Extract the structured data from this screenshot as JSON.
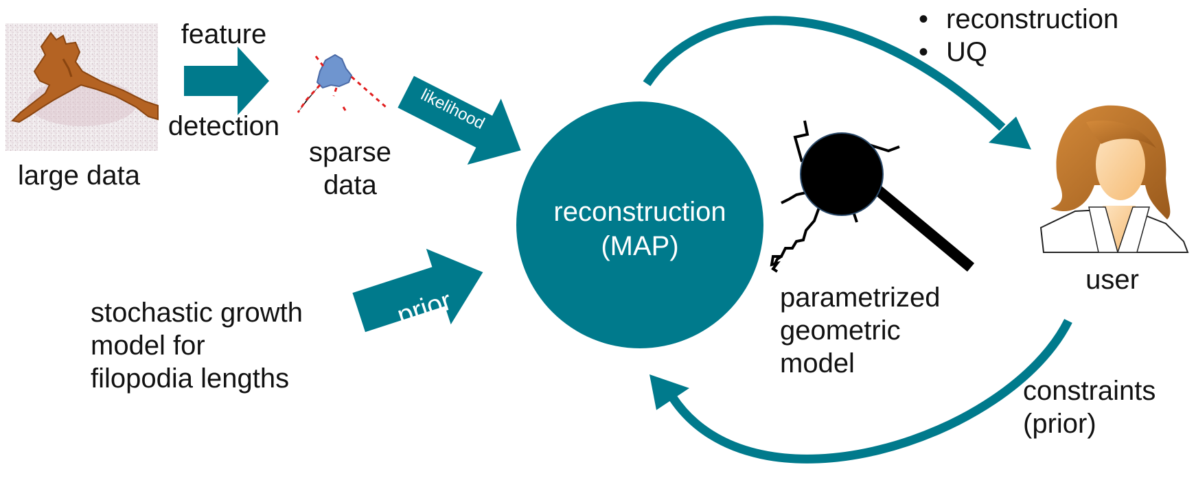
{
  "colors": {
    "teal": "#007a8c",
    "text": "#111111",
    "white": "#ffffff",
    "dash": "#e11d1d"
  },
  "input": {
    "label": "large data"
  },
  "feature_detection": {
    "top": "feature",
    "bottom": "detection"
  },
  "sparse": {
    "line1": "sparse",
    "line2": "data"
  },
  "likelihood_label": "likelihood",
  "prior_arrow_label": "prior",
  "center": {
    "line1": "reconstruction",
    "line2": "(MAP)"
  },
  "outputs": [
    "reconstruction",
    "UQ"
  ],
  "user_label": "user",
  "growth_model": [
    "stochastic growth",
    "model for",
    "filopodia lengths"
  ],
  "geometric_model": [
    "parametrized",
    "geometric",
    "model"
  ],
  "constraints": [
    "constraints",
    "(prior)"
  ],
  "icons": {
    "microscopy": "cell-microscopy-image",
    "sparse": "sparse-point-cloud-icon",
    "geometric": "magnifier-cell-model-icon",
    "user": "user-avatar-icon"
  }
}
